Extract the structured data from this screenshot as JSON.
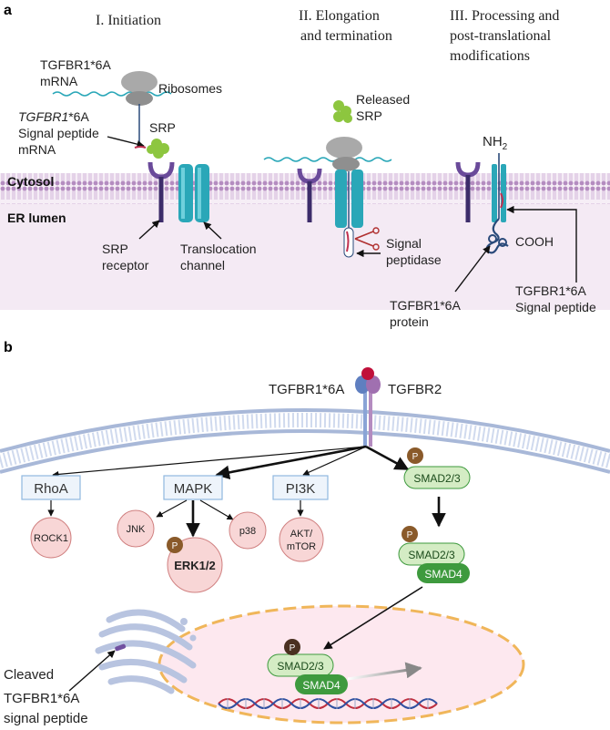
{
  "panel_a": {
    "letter": "a",
    "stage1": "I. Initiation",
    "stage2_l1": "II. Elongation",
    "stage2_l2": "and termination",
    "stage3_l1": "III. Processing and",
    "stage3_l2": "post-translational",
    "stage3_l3": "modifications",
    "mrna_l1": "TGFBR1*6A",
    "mrna_l2": "mRNA",
    "ribosomes": "Ribosomes",
    "sp_mrna_l1_italic": "TGFBR1",
    "sp_mrna_l1_rest": "*6A",
    "sp_mrna_l2": "Signal peptide",
    "sp_mrna_l3": "mRNA",
    "srp": "SRP",
    "released_l1": "Released",
    "released_l2": "SRP",
    "nh2": "NH",
    "nh2_sub": "2",
    "cytosol": "Cytosol",
    "er_lumen": "ER lumen",
    "srp_receptor_l1": "SRP",
    "srp_receptor_l2": "receptor",
    "transloc_l1": "Translocation",
    "transloc_l2": "channel",
    "sig_pep_l1": "Signal",
    "sig_pep_l2": "peptidase",
    "cooh": "COOH",
    "protein_l1": "TGFBR1*6A",
    "protein_l2": "protein",
    "signal_peptide_l1": "TGFBR1*6A",
    "signal_peptide_l2": "Signal peptide"
  },
  "panel_b": {
    "letter": "b",
    "receptor_left": "TGFBR1*6A",
    "receptor_right": "TGFBR2",
    "rhoa": "RhoA",
    "mapk": "MAPK",
    "pi3k": "PI3K",
    "smad23": "SMAD2/3",
    "smad4": "SMAD4",
    "p": "P",
    "rock1": "ROCK1",
    "jnk": "JNK",
    "p38": "p38",
    "erk": "ERK1/2",
    "akt_l1": "AKT/",
    "akt_l2": "mTOR",
    "cleaved_l1": "Cleaved",
    "cleaved_l2": "TGFBR1*6A",
    "cleaved_l3": "signal peptide"
  },
  "colors": {
    "membrane": "#b48cc0",
    "er_lumen": "#f4eaf4",
    "channel": "#2aa7b8",
    "srp_receptor": "#6a4a9a",
    "srp_green": "#8dc63f",
    "ribosome": "#a9a9a9",
    "smad_light": "#d4ecc4",
    "smad_dark": "#3e9a3e",
    "phospho": "#8a5a2a",
    "kinase_fill": "#f8d6d6",
    "nucleus_fill": "#fde8ef",
    "nucleus_stroke": "#f0b65a",
    "box_stroke": "#8fb8e0"
  }
}
